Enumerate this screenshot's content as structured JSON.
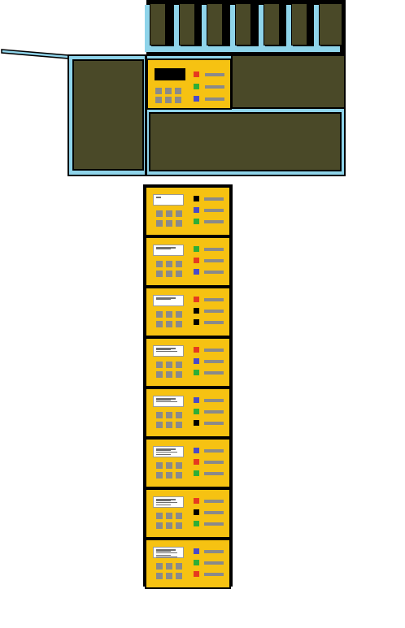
{
  "colors": {
    "background": "#ffffff",
    "chassis_dark": "#4a4928",
    "frame_blue": "#8fd4ea",
    "module_yellow": "#f6c212",
    "key_gray": "#8a8a8a",
    "outline": "#000000"
  },
  "control_panel": {
    "display_color": "#000000",
    "indicators": [
      "#e63a1f",
      "#2eae37",
      "#4a4ac8"
    ]
  },
  "stack_modules": [
    {
      "display_lines": 1,
      "indicators": [
        "#000000",
        "#4a4ac8",
        "#2eae37"
      ]
    },
    {
      "display_lines": 2,
      "indicators": [
        "#2eae37",
        "#e63a1f",
        "#4a4ac8"
      ]
    },
    {
      "display_lines": 2,
      "indicators": [
        "#e63a1f",
        "#000000",
        "#000000"
      ]
    },
    {
      "display_lines": 3,
      "indicators": [
        "#e63a1f",
        "#4a4ac8",
        "#2eae37"
      ]
    },
    {
      "display_lines": 3,
      "indicators": [
        "#4a4ac8",
        "#2eae37",
        "#000000"
      ]
    },
    {
      "display_lines": 4,
      "indicators": [
        "#4a4ac8",
        "#e63a1f",
        "#2eae37"
      ]
    },
    {
      "display_lines": 4,
      "indicators": [
        "#e63a1f",
        "#000000",
        "#2eae37"
      ]
    },
    {
      "display_lines": 5,
      "indicators": [
        "#4a4ac8",
        "#2eae37",
        "#e63a1f"
      ]
    }
  ]
}
